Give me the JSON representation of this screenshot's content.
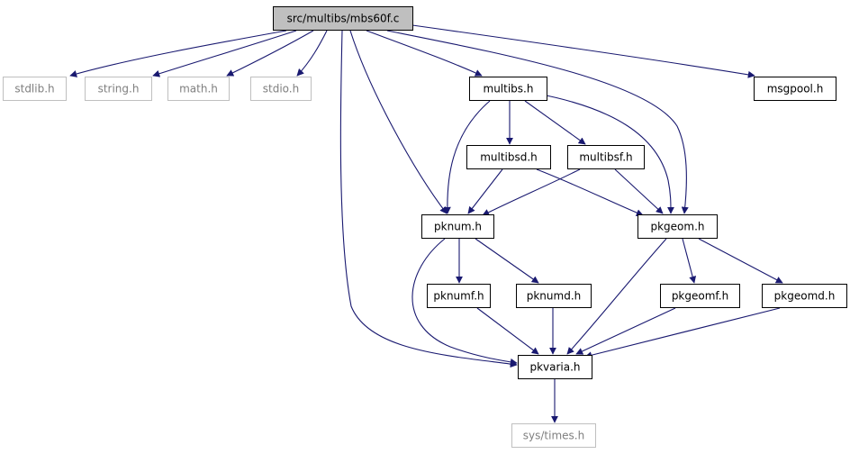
{
  "diagram": {
    "root": "src/multibs/mbs60f.c",
    "nodes": [
      {
        "id": "root",
        "label": "src/multibs/mbs60f.c",
        "kind": "root"
      },
      {
        "id": "stdlib",
        "label": "stdlib.h",
        "kind": "system"
      },
      {
        "id": "string",
        "label": "string.h",
        "kind": "system"
      },
      {
        "id": "math",
        "label": "math.h",
        "kind": "system"
      },
      {
        "id": "stdio",
        "label": "stdio.h",
        "kind": "system"
      },
      {
        "id": "multibs",
        "label": "multibs.h",
        "kind": "local"
      },
      {
        "id": "msgpool",
        "label": "msgpool.h",
        "kind": "local"
      },
      {
        "id": "multibsd",
        "label": "multibsd.h",
        "kind": "local"
      },
      {
        "id": "multibsf",
        "label": "multibsf.h",
        "kind": "local"
      },
      {
        "id": "pknum",
        "label": "pknum.h",
        "kind": "local"
      },
      {
        "id": "pkgeom",
        "label": "pkgeom.h",
        "kind": "local"
      },
      {
        "id": "pknumf",
        "label": "pknumf.h",
        "kind": "local"
      },
      {
        "id": "pknumd",
        "label": "pknumd.h",
        "kind": "local"
      },
      {
        "id": "pkgeomf",
        "label": "pkgeomf.h",
        "kind": "local"
      },
      {
        "id": "pkgeomd",
        "label": "pkgeomd.h",
        "kind": "local"
      },
      {
        "id": "pkvaria",
        "label": "pkvaria.h",
        "kind": "local"
      },
      {
        "id": "systimes",
        "label": "sys/times.h",
        "kind": "system"
      }
    ],
    "edges": [
      [
        "root",
        "stdlib"
      ],
      [
        "root",
        "string"
      ],
      [
        "root",
        "math"
      ],
      [
        "root",
        "stdio"
      ],
      [
        "root",
        "multibs"
      ],
      [
        "root",
        "msgpool"
      ],
      [
        "root",
        "pknum"
      ],
      [
        "root",
        "pkgeom"
      ],
      [
        "root",
        "pkvaria"
      ],
      [
        "multibs",
        "multibsd"
      ],
      [
        "multibs",
        "multibsf"
      ],
      [
        "multibs",
        "pknum"
      ],
      [
        "multibs",
        "pkgeom"
      ],
      [
        "multibsd",
        "pknum"
      ],
      [
        "multibsd",
        "pkgeom"
      ],
      [
        "multibsf",
        "pknum"
      ],
      [
        "multibsf",
        "pkgeom"
      ],
      [
        "pknum",
        "pknumf"
      ],
      [
        "pknum",
        "pknumd"
      ],
      [
        "pknum",
        "pkvaria"
      ],
      [
        "pkgeom",
        "pkgeomf"
      ],
      [
        "pkgeom",
        "pkgeomd"
      ],
      [
        "pkgeom",
        "pkvaria"
      ],
      [
        "pknumf",
        "pkvaria"
      ],
      [
        "pknumd",
        "pkvaria"
      ],
      [
        "pkgeomf",
        "pkvaria"
      ],
      [
        "pkgeomd",
        "pkvaria"
      ],
      [
        "pkvaria",
        "systimes"
      ]
    ]
  },
  "colors": {
    "edge": "#191970",
    "root_fill": "#bfbfbf",
    "local_border": "#000000",
    "system_border": "#bfbfbf",
    "system_text": "#7f7f7f"
  }
}
